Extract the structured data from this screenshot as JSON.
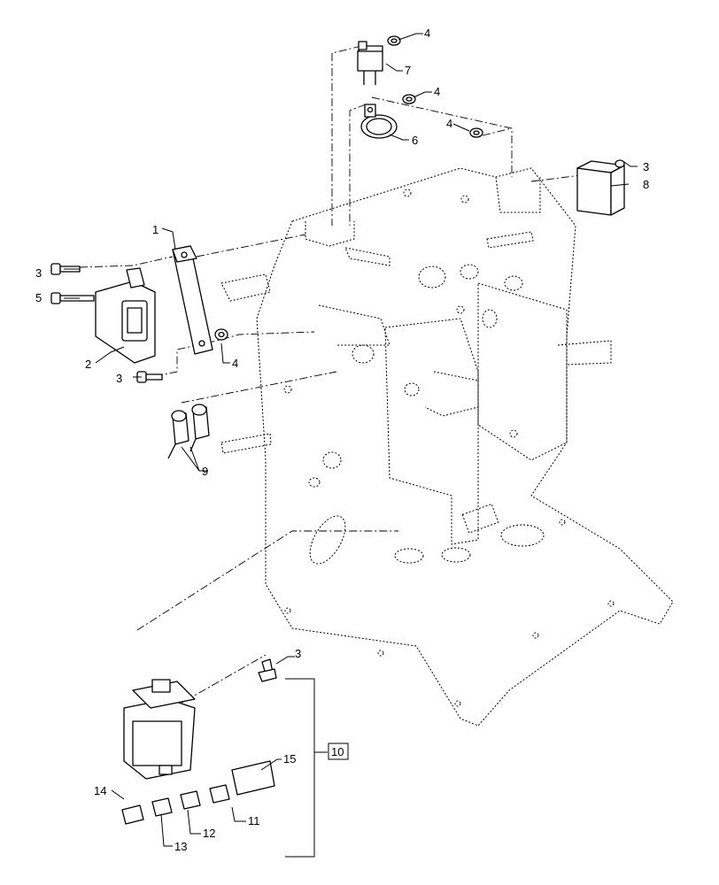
{
  "callouts": {
    "c1": "1",
    "c2": "2",
    "c3a": "3",
    "c3b": "3",
    "c3c": "3",
    "c3d": "3",
    "c4a": "4",
    "c4b": "4",
    "c4c": "4",
    "c4d": "4",
    "c5": "5",
    "c6": "6",
    "c7": "7",
    "c8": "8",
    "c9": "9",
    "c10": "10",
    "c11": "11",
    "c12": "12",
    "c13": "13",
    "c14": "14",
    "c15": "15"
  }
}
